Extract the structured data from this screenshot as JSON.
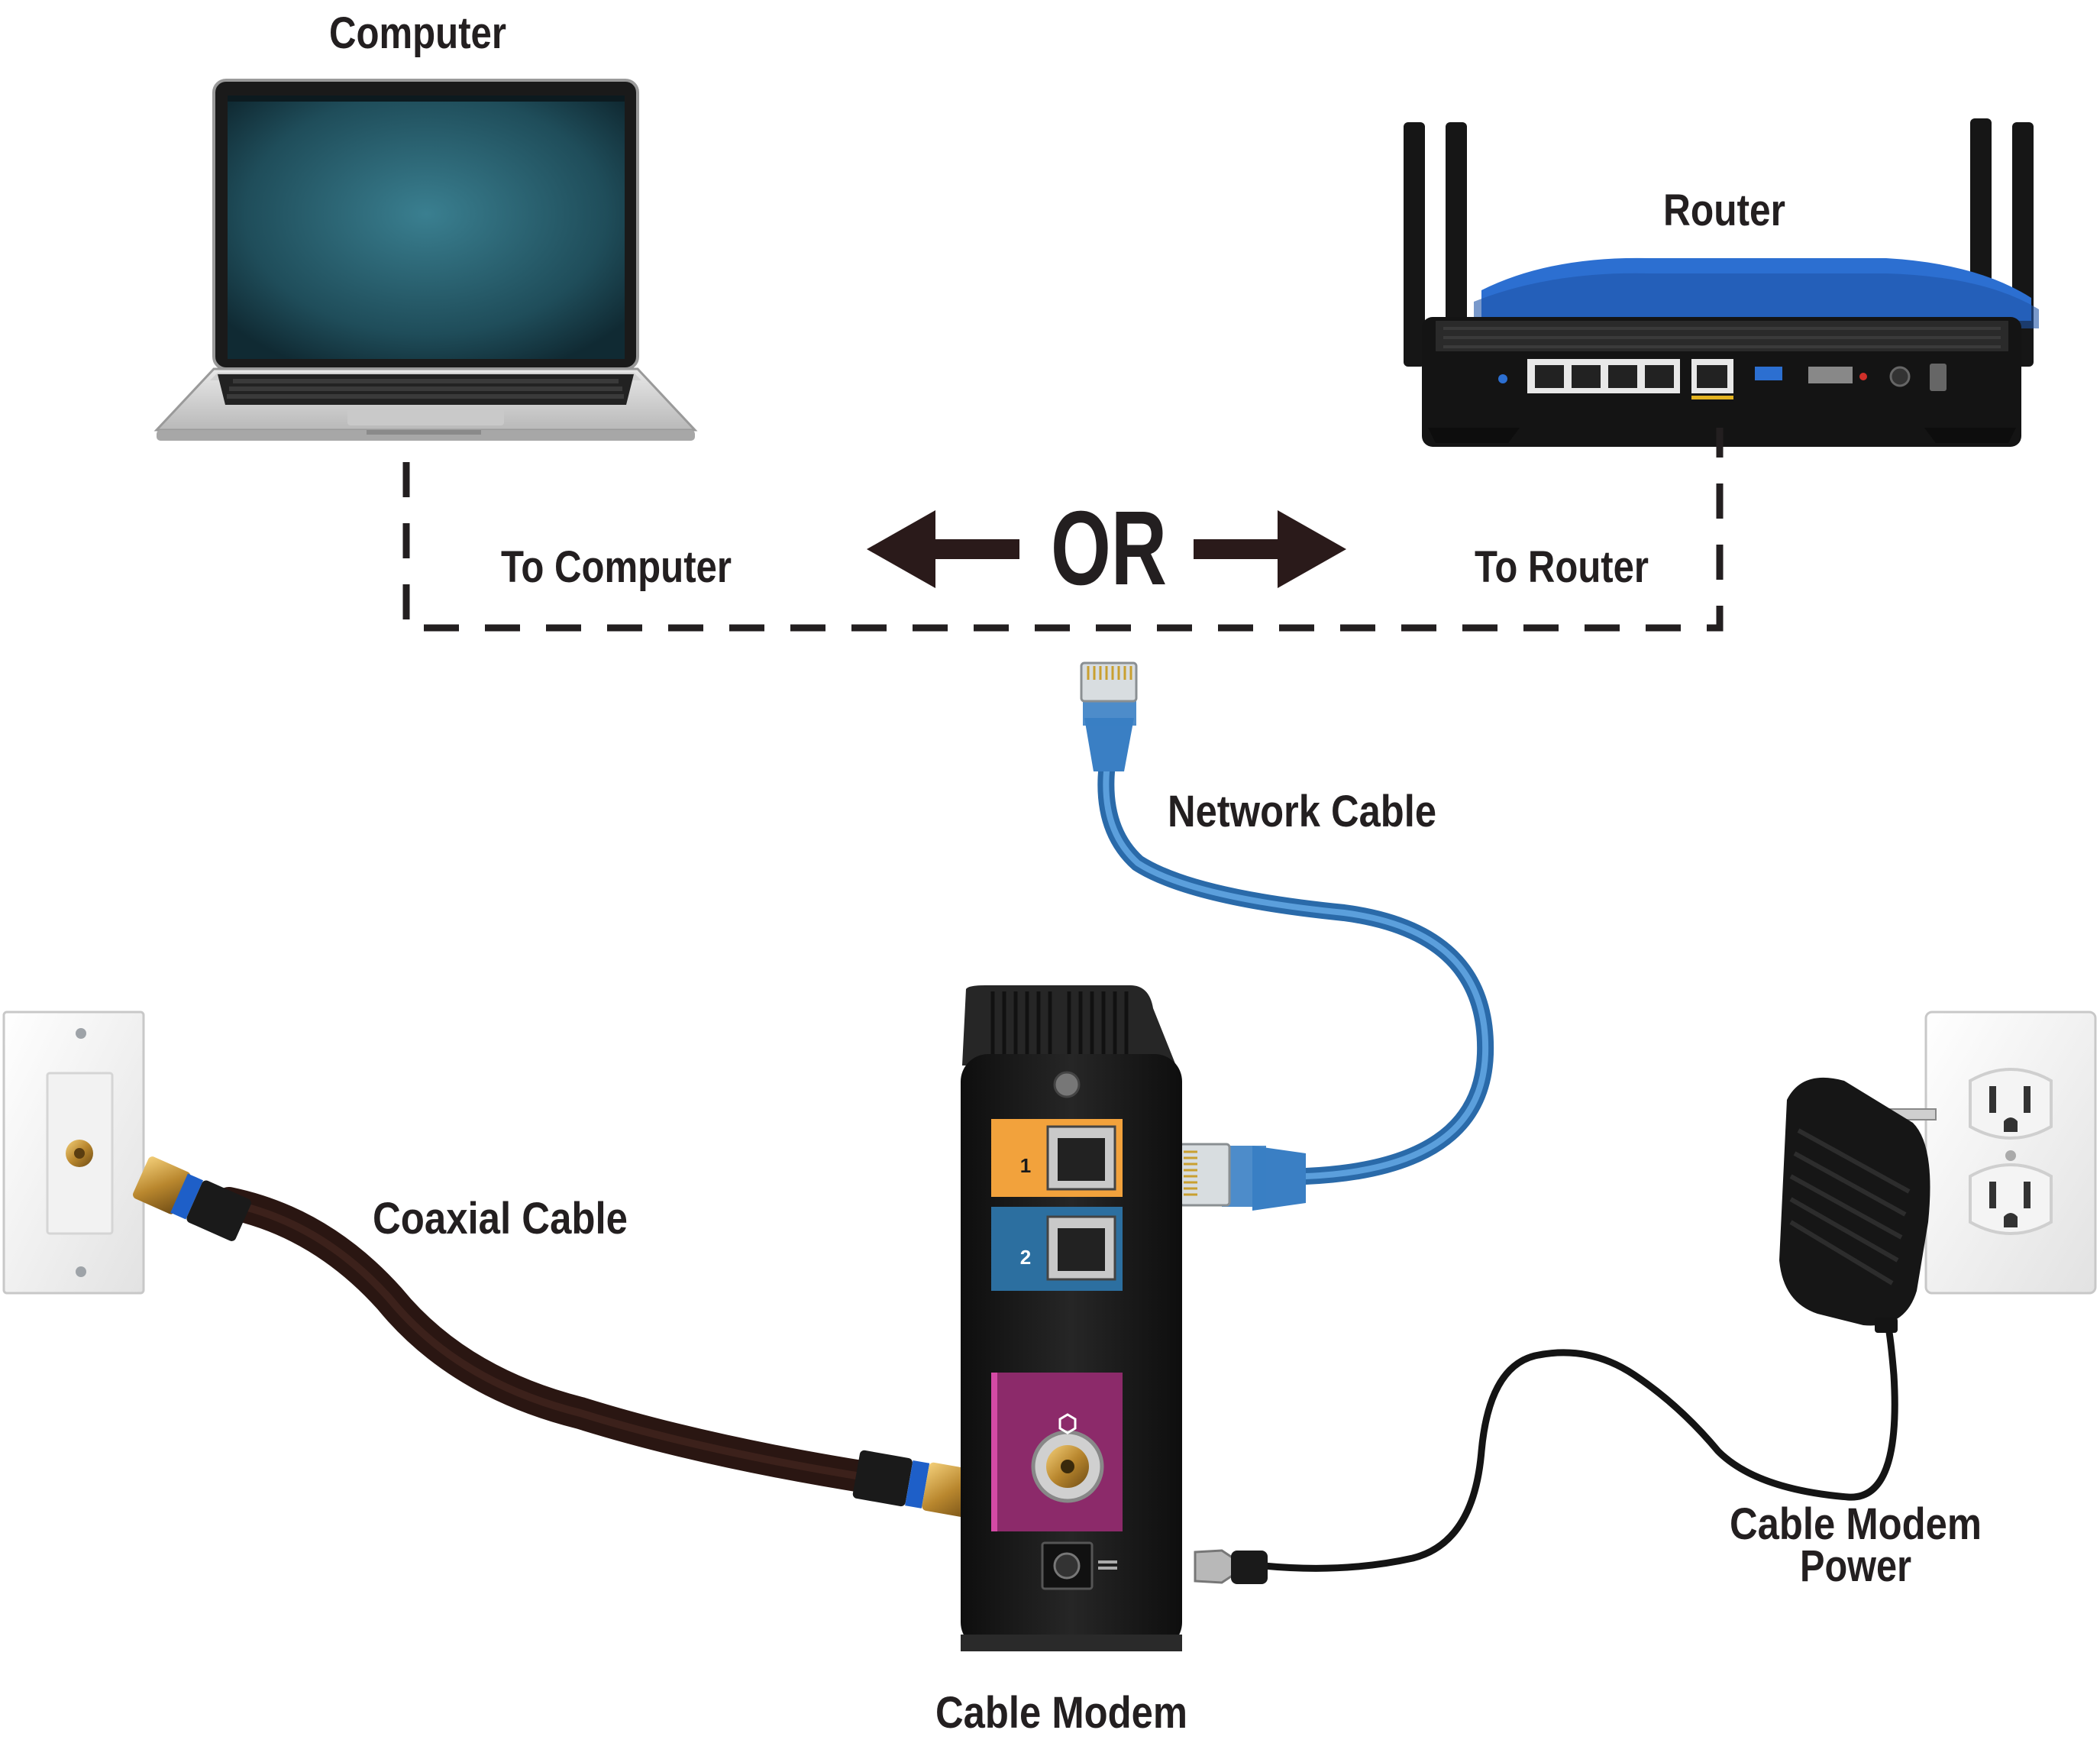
{
  "labels": {
    "computer": "Computer",
    "router": "Router",
    "to_computer": "To Computer",
    "or": "OR",
    "to_router": "To Router",
    "network_cable": "Network Cable",
    "coaxial_cable": "Coaxial Cable",
    "cable_modem": "Cable Modem",
    "cable_modem_power_line1": "Cable Modem",
    "cable_modem_power_line2": "Power"
  },
  "modem_ports": {
    "port1": "1",
    "port2": "2"
  },
  "colors": {
    "text": "#231f20",
    "router_blue": "#2c6fd1",
    "network_cable_blue": "#3a7fc4",
    "coax_cable": "#2a1612",
    "modem_body": "#1c1c1c",
    "port1_orange": "#f2a23c",
    "port2_blue": "#2c6fa0",
    "coax_panel_purple": "#8c2a6a",
    "laptop_screen": "#2f6f80"
  },
  "icons": [
    "laptop-icon",
    "router-icon",
    "cable-modem-icon",
    "rj45-connector-icon",
    "coaxial-wall-plate-icon",
    "power-adapter-icon",
    "power-outlet-icon",
    "left-arrow-icon",
    "right-arrow-icon"
  ]
}
